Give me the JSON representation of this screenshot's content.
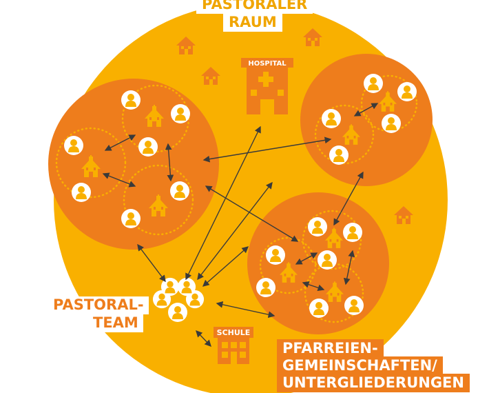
{
  "labels": {
    "pastoraler": "PASTORALER",
    "raum": "RAUM",
    "pastoral": "PASTORAL-",
    "team": "TEAM",
    "pfarreien": "PFARREIEN-",
    "gemeinschaften": "GEMEINSCHAFTEN/",
    "untergliederungen": "UNTERGLIEDERUNGEN",
    "hospital": "HOSPITAL",
    "schule": "SCHULE"
  },
  "colors": {
    "outer_circle": "#f9b000",
    "community": "#ee7d1c",
    "dotted_ring": "#f9b000",
    "person_bg": "#ffffff",
    "person_fg": "#f9b000",
    "building": "#f9b000",
    "arrow": "#3a3a3a",
    "house": "#ee7d1c"
  },
  "icons": [
    "person-icon",
    "church-icon",
    "house-icon",
    "hospital-icon",
    "school-icon",
    "pastoral-team-icon"
  ]
}
